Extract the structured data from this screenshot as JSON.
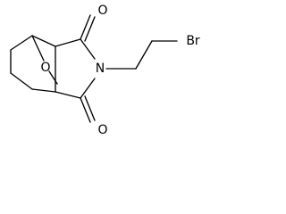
{
  "structure": {
    "atoms": {
      "carbonyl_oxygen_top": "O",
      "carbonyl_oxygen_bottom": "O",
      "imide_nitrogen": "N",
      "bridge_oxygen": "O",
      "bromine": "Br"
    }
  },
  "style": {
    "bond_color": "#000000",
    "text_color": "#000000",
    "background_color": "#ffffff"
  }
}
